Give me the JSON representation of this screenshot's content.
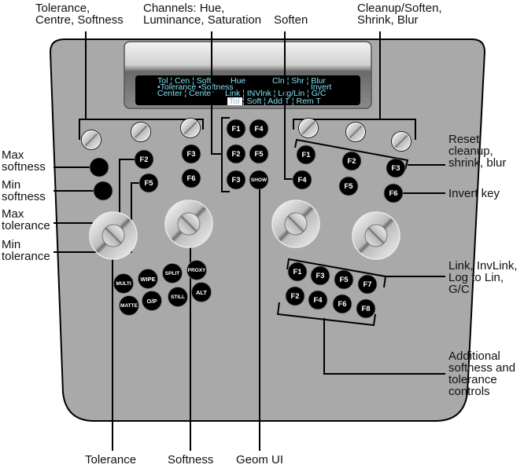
{
  "diagram_title": "Keyer control panel",
  "colors": {
    "panel": "#a9a9a9",
    "panel_outline": "#000000",
    "button": "#000000",
    "button_text": "#ffffff",
    "lcd_bg": "#000000",
    "lcd_text": "#7fe0f0",
    "lcd_highlight_bg": "#ffffff",
    "lcd_highlight_text": "#7fb8d8"
  },
  "lcd": {
    "rows": [
      {
        "cells": [
          "Tol ¦ Cen ¦ Soft",
          "Hue",
          "Cln ¦ Shr ¦ Blur"
        ]
      },
      {
        "cells": [
          "•Tolerance •Softness",
          "",
          "Invert"
        ]
      },
      {
        "cells": [
          "Center ¦ Center",
          "Link ¦ INVlnk ¦ Lcg/Lin ¦ G/C"
        ]
      },
      {
        "cells": [
          "Tol",
          "¦ Soft ¦ Add T ¦ Rem T"
        ]
      }
    ],
    "highlighted": "Tol"
  },
  "buttons": {
    "left_f": [
      "F2",
      "F5",
      "F3",
      "F6"
    ],
    "center_f": [
      "F1",
      "F4",
      "F2",
      "F5",
      "F3",
      "SHOW"
    ],
    "right_f": [
      "F1",
      "F2",
      "F3",
      "F4",
      "F5",
      "F6"
    ],
    "mode": [
      "MULTI",
      "WIPE",
      "SPLIT",
      "PROXY",
      "MATTE",
      "O/P",
      "STILL",
      "ALT"
    ],
    "bottom_right_f": [
      "F1",
      "F3",
      "F5",
      "F7",
      "F2",
      "F4",
      "F6",
      "F8"
    ]
  },
  "labels": {
    "top_left": [
      "Tolerance,",
      "Centre, Softness"
    ],
    "top_channels": [
      "Channels: Hue,",
      "Luminance, Saturation"
    ],
    "top_soften": [
      "Soften"
    ],
    "top_right": [
      "Cleanup/Soften,",
      "Shrink, Blur"
    ],
    "max_softness": [
      "Max",
      "softness"
    ],
    "min_softness": [
      "Min",
      "softness"
    ],
    "max_tolerance": [
      "Max",
      "tolerance"
    ],
    "min_tolerance": [
      "Min",
      "tolerance"
    ],
    "reset": [
      "Reset",
      "cleanup,",
      "shrink, blur"
    ],
    "invert_key": [
      "Invert key"
    ],
    "link": [
      "Link, InvLink,",
      "Log to Lin,",
      "G/C"
    ],
    "additional": [
      "Additional",
      "softness and",
      "tolerance",
      "controls"
    ],
    "bottom_tolerance": [
      "Tolerance"
    ],
    "bottom_softness": [
      "Softness"
    ],
    "bottom_geom": [
      "Geom UI"
    ]
  }
}
